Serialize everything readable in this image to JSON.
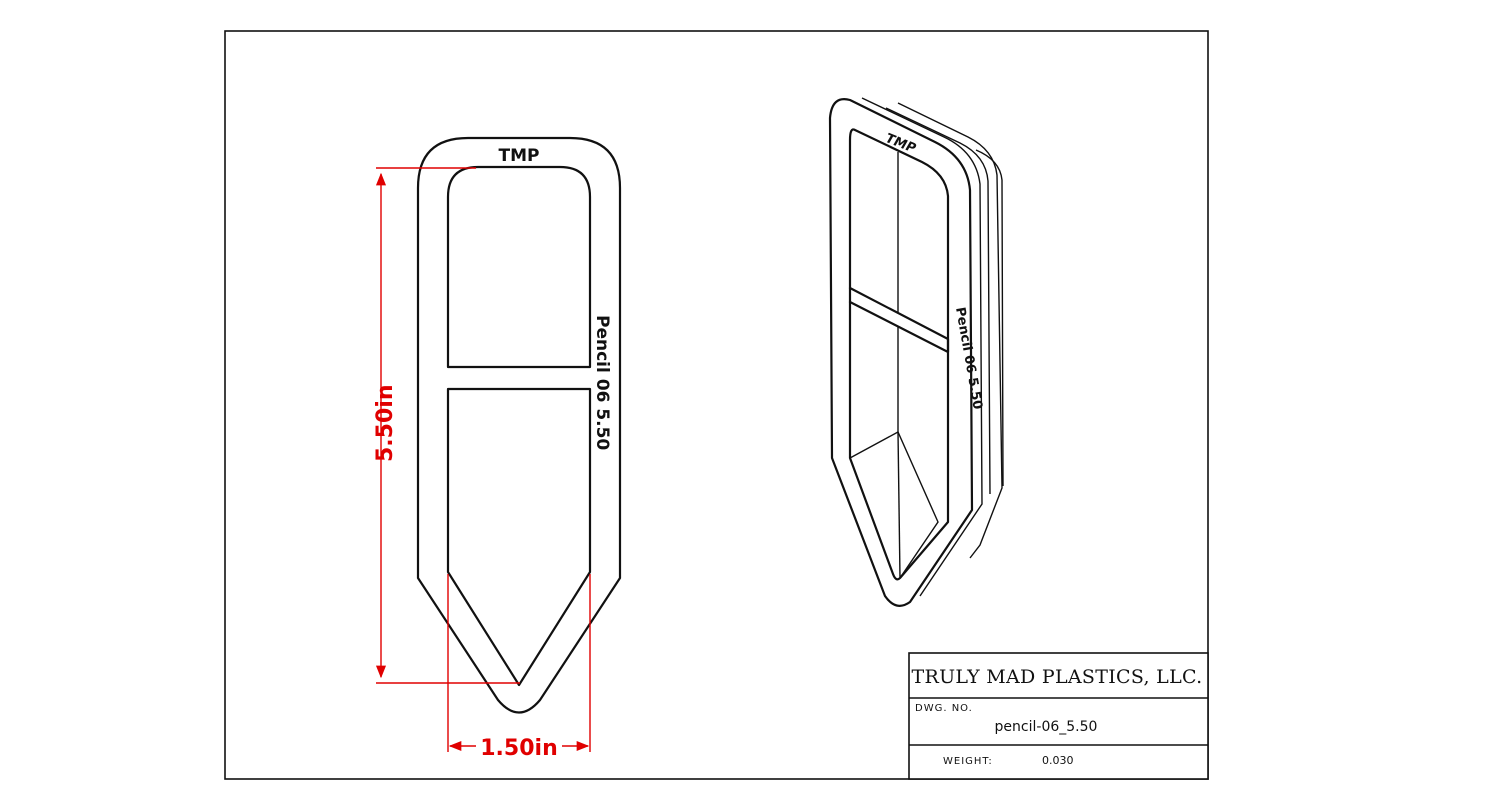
{
  "part": {
    "front_label": "TMP",
    "side_label": "Pencil 06  5.50",
    "iso_front_label": "TMP",
    "iso_side_label": "Pencil 06  5.50"
  },
  "dimensions": {
    "height": "5.50in",
    "width": "1.50in"
  },
  "title_block": {
    "company": "TRULY MAD PLASTICS, LLC.",
    "dwg_no_label": "DWG. NO.",
    "dwg_no": "pencil-06_5.50",
    "weight_label": "WEIGHT:",
    "weight": "0.030"
  },
  "colors": {
    "line": "#111111",
    "dimension": "#e00000",
    "background": "#ffffff"
  }
}
